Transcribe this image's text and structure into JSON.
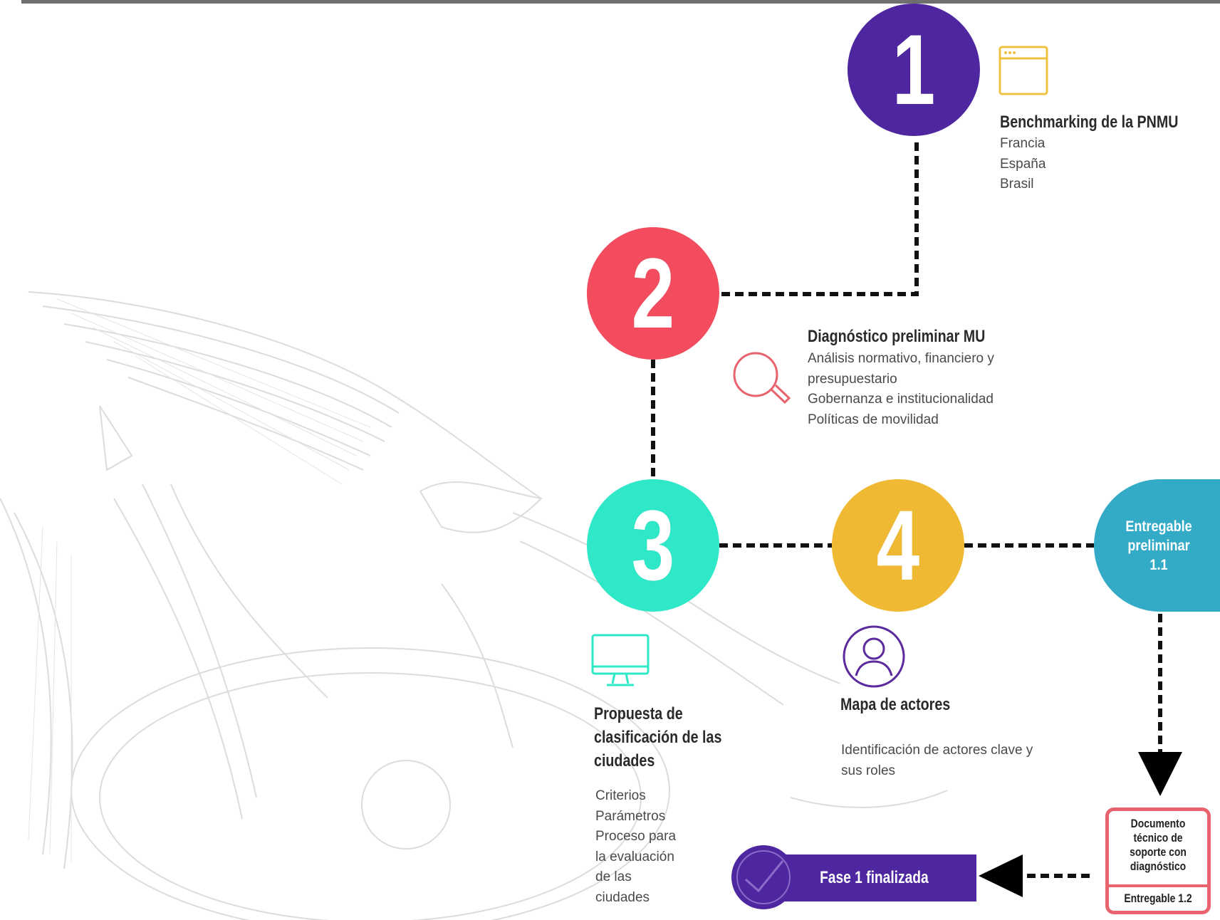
{
  "steps": [
    {
      "number": "1",
      "color": "#4e27a0",
      "title": "Benchmarking de la PNMU",
      "items": [
        "Francia",
        "España",
        "Brasil"
      ],
      "icon": "browser-window-icon"
    },
    {
      "number": "2",
      "color": "#f24c5e",
      "title": "Diagnóstico preliminar MU",
      "items": [
        "Análisis normativo, financiero y",
        "presupuestario",
        "Gobernanza e institucionalidad",
        "Políticas de movilidad"
      ],
      "icon": "magnifier-icon"
    },
    {
      "number": "3",
      "color": "#2ee8c8",
      "title_lines": [
        "Propuesta de",
        "clasificación de las",
        "ciudades"
      ],
      "items": [
        "Criterios",
        "Parámetros",
        "Proceso para",
        "la evaluación",
        "de las",
        "ciudades"
      ],
      "icon": "monitor-icon"
    },
    {
      "number": "4",
      "color": "#f0b933",
      "title": "Mapa de actores",
      "items": [
        "Identificación de actores clave y",
        "sus roles"
      ],
      "icon": "user-avatar-icon"
    }
  ],
  "entregable_preliminar": {
    "lines": [
      "Entregable",
      "preliminar",
      "1.1"
    ],
    "color": "#33aac6"
  },
  "documento": {
    "lines": [
      "Documento",
      "técnico de",
      "soporte con",
      "diagnóstico"
    ],
    "entregable": "Entregable 1.2",
    "border_color": "#e8636d"
  },
  "fase": {
    "label": "Fase 1 finalizada",
    "color": "#4e27a0",
    "icon": "checkmark-icon"
  },
  "watermark": {
    "icon": "coat-of-arms-watermark-icon"
  }
}
